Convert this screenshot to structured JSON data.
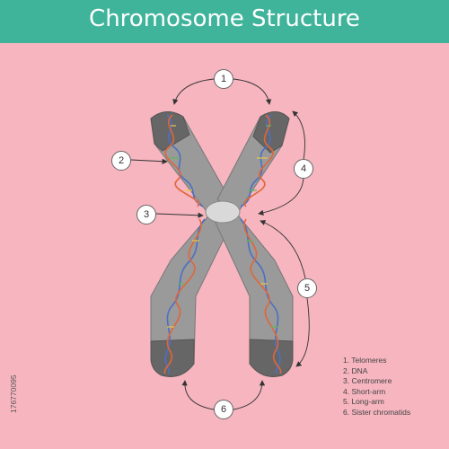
{
  "title": "Chromosome Structure",
  "stock_id": "176770095",
  "callouts": [
    "1",
    "2",
    "3",
    "4",
    "5",
    "6"
  ],
  "legend": [
    "1. Telomeres",
    "2. DNA",
    "3. Centromere",
    "4. Short-arm",
    "5. Long-arm",
    "6. Sister chromatids"
  ],
  "colors": {
    "background": "#f6b5bf",
    "header": "#3fb49a",
    "chromatid": "#9a9a9a",
    "telomere": "#666666",
    "centromere": "#d9d9d9"
  }
}
